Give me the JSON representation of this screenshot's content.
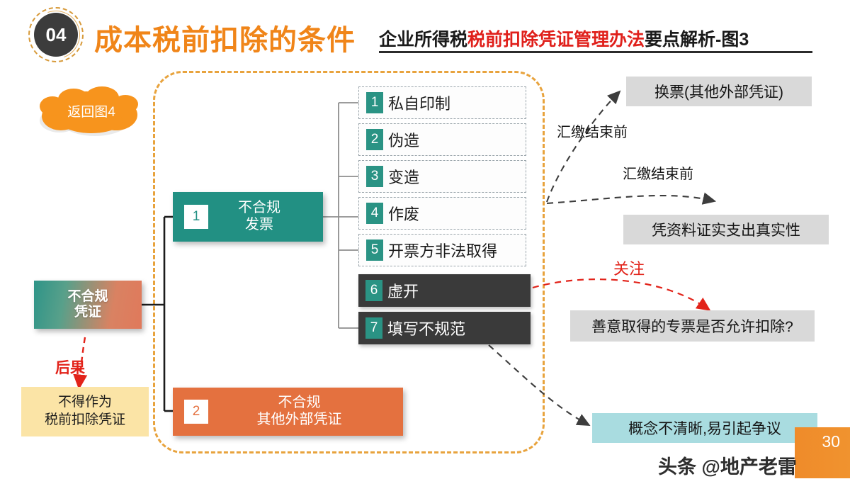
{
  "header": {
    "number": "04",
    "main_title": "成本税前扣除的条件",
    "sub_black_1": "企业所得税",
    "sub_red": "税前扣除凭证管理办法",
    "sub_black_2": "要点解析-图3"
  },
  "cloud": {
    "label": "返回图4"
  },
  "left": {
    "root_line1": "不合规",
    "root_line2": "凭证",
    "consequence_label": "后果",
    "result_line1": "不得作为",
    "result_line2": "税前扣除凭证"
  },
  "categories": [
    {
      "num": "1",
      "line1": "不合规",
      "line2": "发票"
    },
    {
      "num": "2",
      "line1": "不合规",
      "line2": "其他外部凭证"
    }
  ],
  "items": [
    {
      "num": "1",
      "label": "私自印制"
    },
    {
      "num": "2",
      "label": "伪造"
    },
    {
      "num": "3",
      "label": "变造"
    },
    {
      "num": "4",
      "label": "作废"
    },
    {
      "num": "5",
      "label": "开票方非法取得"
    },
    {
      "num": "6",
      "label": "虚开"
    },
    {
      "num": "7",
      "label": "填写不规范"
    }
  ],
  "callouts": {
    "exchange": "换票(其他外部凭证)",
    "evidence": "凭资料证实支出真实性",
    "question": "善意取得的专票是否允许扣除?",
    "dispute": "概念不清晰,易引起争议"
  },
  "annotations": {
    "deadline_1": "汇缴结束前",
    "deadline_2": "汇缴结束前",
    "attention": "关注"
  },
  "footer": {
    "page_number": "30",
    "watermark": "头条 @地产老雷"
  },
  "colors": {
    "accent_orange": "#F08519",
    "teal": "#229083",
    "salmon": "#E4713F",
    "red": "#E2231A",
    "dark": "#3A3A3A",
    "yellow": "#FBE4A6",
    "cyan": "#A9DCE0",
    "gray_callout": "#D9D9D9",
    "dash_border": "#E8A33D"
  }
}
